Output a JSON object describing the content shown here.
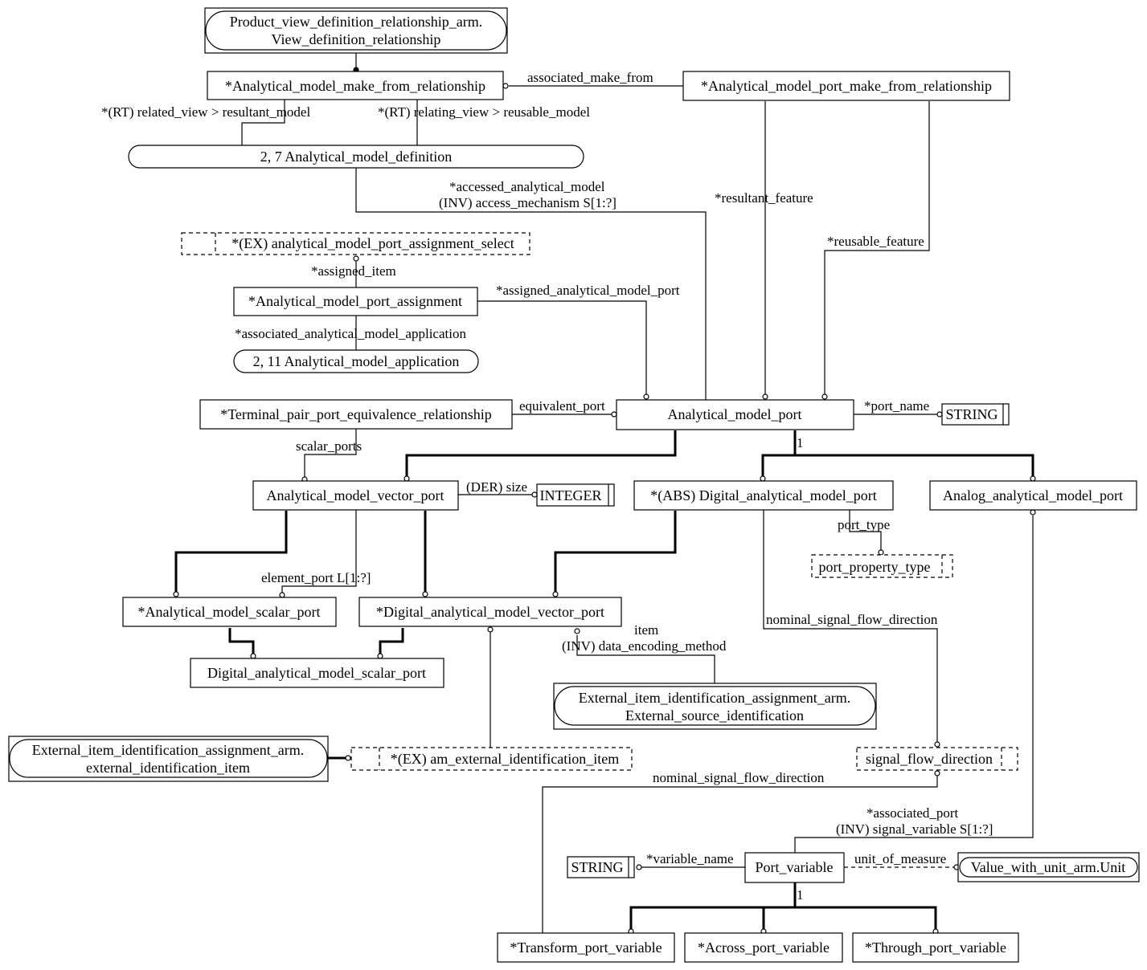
{
  "nodes": {
    "pvdr": [
      "Product_view_definition_relationship_arm.",
      "View_definition_relationship"
    ],
    "ammfr": "*Analytical_model_make_from_relationship",
    "ampmfr": "*Analytical_model_port_make_from_relationship",
    "amd": "2, 7 Analytical_model_definition",
    "ampas": "*(EX) analytical_model_port_assignment_select",
    "ampa": "*Analytical_model_port_assignment",
    "amapp": "2, 11 Analytical_model_application",
    "tppe": "*Terminal_pair_port_equivalence_relationship",
    "amp": "Analytical_model_port",
    "string1": "STRING",
    "amvp": "Analytical_model_vector_port",
    "integer": "INTEGER",
    "damp": "*(ABS) Digital_analytical_model_port",
    "aamp": "Analog_analytical_model_port",
    "ppt": "port_property_type",
    "amsp": "*Analytical_model_scalar_port",
    "damvp": "*Digital_analytical_model_vector_port",
    "damsp": "Digital_analytical_model_scalar_port",
    "eiiaes": [
      "External_item_identification_assignment_arm.",
      "External_source_identification"
    ],
    "eiiaeii": [
      "External_item_identification_assignment_arm.",
      "external_identification_item"
    ],
    "aeii": "*(EX) am_external_identification_item",
    "sfd": "signal_flow_direction",
    "string2": "STRING",
    "pv": "Port_variable",
    "vwu": "Value_with_unit_arm.Unit",
    "tpv": "*Transform_port_variable",
    "apv": "*Across_port_variable",
    "thpv": "*Through_port_variable"
  },
  "labels": {
    "associated_make_from": "associated_make_from",
    "related_view": "*(RT) related_view > resultant_model",
    "relating_view": "*(RT) relating_view > reusable_model",
    "accessed_model": "*accessed_analytical_model",
    "access_mechanism": "(INV) access_mechanism S[1:?]",
    "resultant_feature": "*resultant_feature",
    "reusable_feature": "*reusable_feature",
    "assigned_item": "*assigned_item",
    "assigned_port": "*assigned_analytical_model_port",
    "associated_application": "*associated_analytical_model_application",
    "equivalent_port": "equivalent_port",
    "port_name": "*port_name",
    "one_a": "1",
    "scalar_ports": "scalar_ports",
    "der_size": "(DER) size",
    "port_type": "port_type",
    "element_port": "element_port L[1:?]",
    "item": "item",
    "data_encoding": "(INV) data_encoding_method",
    "nsfd1": "nominal_signal_flow_direction",
    "nsfd2": "nominal_signal_flow_direction",
    "associated_port": "*associated_port",
    "signal_variable": "(INV) signal_variable S[1:?]",
    "variable_name": "*variable_name",
    "unit_of_measure": "unit_of_measure",
    "one_b": "1"
  }
}
